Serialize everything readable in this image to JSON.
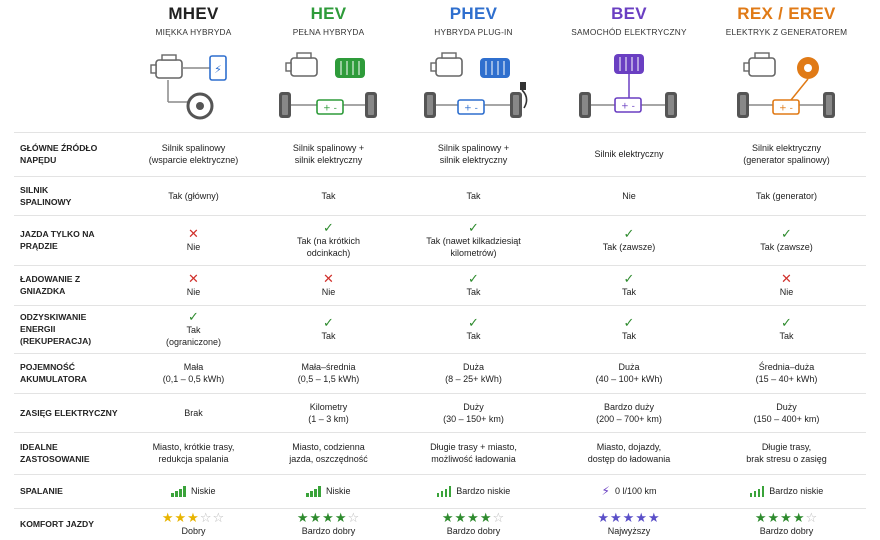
{
  "columns": [
    {
      "title": "MHEV",
      "subtitle": "MIĘKKA HYBRYDA",
      "color": "#222222",
      "icon": "mild-hybrid-diagram-icon"
    },
    {
      "title": "HEV",
      "subtitle": "PEŁNA HYBRYDA",
      "color": "#2e9b3a",
      "icon": "full-hybrid-diagram-icon"
    },
    {
      "title": "PHEV",
      "subtitle": "HYBRYDA PLUG-IN",
      "color": "#2f6fce",
      "icon": "plugin-hybrid-diagram-icon"
    },
    {
      "title": "BEV",
      "subtitle": "SAMOCHÓD ELEKTRYCZNY",
      "color": "#6a3fc2",
      "icon": "electric-car-diagram-icon"
    },
    {
      "title": "REX / EREV",
      "subtitle": "ELEKTRYK Z GENERATOREM",
      "color": "#e07a16",
      "icon": "range-extender-diagram-icon"
    }
  ],
  "rows": [
    {
      "label": "Główne źródło napędu",
      "cells": [
        {
          "text": "Silnik spalinowy\n(wsparcie elektryczne)"
        },
        {
          "text": "Silnik spalinowy +\nsilnik elektryczny"
        },
        {
          "text": "Silnik spalinowy +\nsilnik elektryczny"
        },
        {
          "text": "Silnik elektryczny"
        },
        {
          "text": "Silnik elektryczny\n(generator spalinowy)"
        }
      ]
    },
    {
      "label": "Silnik\nspalinowy",
      "cells": [
        {
          "text": "Tak (główny)"
        },
        {
          "text": "Tak"
        },
        {
          "text": "Tak"
        },
        {
          "text": "Nie"
        },
        {
          "text": "Tak (generator)"
        }
      ]
    },
    {
      "label": "Jazda tylko na\nprądzie",
      "cells": [
        {
          "mark": "cross",
          "text": "Nie"
        },
        {
          "mark": "tick",
          "text": "Tak (na krótkich\nodcinkach)"
        },
        {
          "mark": "tick",
          "text": "Tak (nawet kilkadziesiąt\nkilometrów)"
        },
        {
          "mark": "tick",
          "text": "Tak (zawsze)"
        },
        {
          "mark": "tick",
          "text": "Tak (zawsze)"
        }
      ]
    },
    {
      "label": "Ładowanie z\ngniazdka",
      "cells": [
        {
          "mark": "cross",
          "text": "Nie"
        },
        {
          "mark": "cross",
          "text": "Nie"
        },
        {
          "mark": "tick",
          "text": "Tak"
        },
        {
          "mark": "tick",
          "text": "Tak"
        },
        {
          "mark": "cross",
          "text": "Nie"
        }
      ]
    },
    {
      "label": "Odzyskiwanie\nenergii (rekuperacja)",
      "cells": [
        {
          "mark": "tick",
          "text": "Tak\n(ograniczone)"
        },
        {
          "mark": "tick",
          "text": "Tak"
        },
        {
          "mark": "tick",
          "text": "Tak"
        },
        {
          "mark": "tick",
          "text": "Tak"
        },
        {
          "mark": "tick",
          "text": "Tak"
        }
      ]
    },
    {
      "label": "Pojemność\nakumulatora",
      "cells": [
        {
          "text": "Mała\n(0,1 – 0,5 kWh)"
        },
        {
          "text": "Mała–średnia\n(0,5 – 1,5 kWh)"
        },
        {
          "text": "Duża\n(8 – 25+ kWh)"
        },
        {
          "text": "Duża\n(40 – 100+ kWh)"
        },
        {
          "text": "Średnia–duża\n(15 – 40+ kWh)"
        }
      ]
    },
    {
      "label": "Zasięg elektryczny",
      "cells": [
        {
          "text": "Brak"
        },
        {
          "text": "Kilometry\n(1 – 3 km)"
        },
        {
          "text": "Duży\n(30 – 150+ km)"
        },
        {
          "text": "Bardzo duży\n(200 – 700+ km)"
        },
        {
          "text": "Duży\n(150 – 400+ km)"
        }
      ]
    },
    {
      "label": "Idealne\nzastosowanie",
      "cells": [
        {
          "text": "Miasto, krótkie trasy,\nredukcja spalania"
        },
        {
          "text": "Miasto, codzienna\njazda, oszczędność"
        },
        {
          "text": "Długie trasy + miasto,\nmożliwość ładowania"
        },
        {
          "text": "Miasto, dojazdy,\ndostęp do ładowania"
        },
        {
          "text": "Długie trasy,\nbrak stresu o zasięg"
        }
      ]
    },
    {
      "label": "Spalanie",
      "cells": [
        {
          "icon": "bars",
          "text": "Niskie"
        },
        {
          "icon": "bars",
          "text": "Niskie"
        },
        {
          "icon": "bars",
          "text": "Bardzo niskie"
        },
        {
          "icon": "bolt",
          "text": "0 l/100 km"
        },
        {
          "icon": "bars",
          "text": "Bardzo niskie"
        }
      ]
    },
    {
      "label": "Komfort jazdy",
      "cells": [
        {
          "stars": 3,
          "star_color": "#e8b400",
          "text": "Dobry"
        },
        {
          "stars": 4,
          "star_color": "#2e8b2e",
          "text": "Bardzo dobry"
        },
        {
          "stars": 4,
          "star_color": "#2e8b2e",
          "text": "Bardzo dobry"
        },
        {
          "stars": 5,
          "star_color": "#5a4fc8",
          "text": "Najwyższy"
        },
        {
          "stars": 4,
          "star_color": "#2e8b2e",
          "text": "Bardzo dobry"
        }
      ]
    }
  ],
  "colors": {
    "tick": "#2e8b2e",
    "cross": "#d0302b",
    "grid": "#e3e3e3"
  }
}
